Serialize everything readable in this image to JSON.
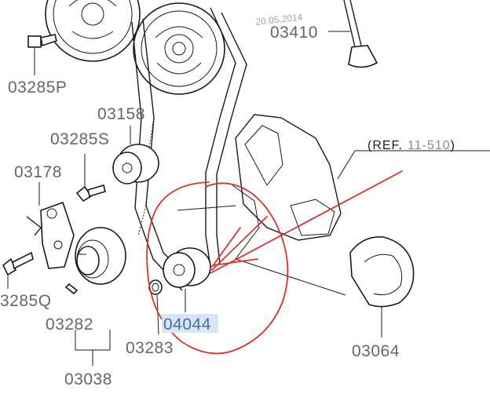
{
  "stamp": "20.05.2014",
  "reference": {
    "prefix": "(REF.",
    "code": "11-510",
    "suffix": ")"
  },
  "labels": {
    "p03410": "03410",
    "p03285P": "03285P",
    "p03158": "03158",
    "p03285S": "03285S",
    "p03178": "03178",
    "p03285Q": "3285Q",
    "p03282": "03282",
    "p03038": "03038",
    "p03283": "03283",
    "p04044": "04044",
    "p03064": "03064"
  },
  "colors": {
    "annotation": "#d8322f",
    "highlight": "#4a6f95",
    "line": "#1a1a1a"
  }
}
